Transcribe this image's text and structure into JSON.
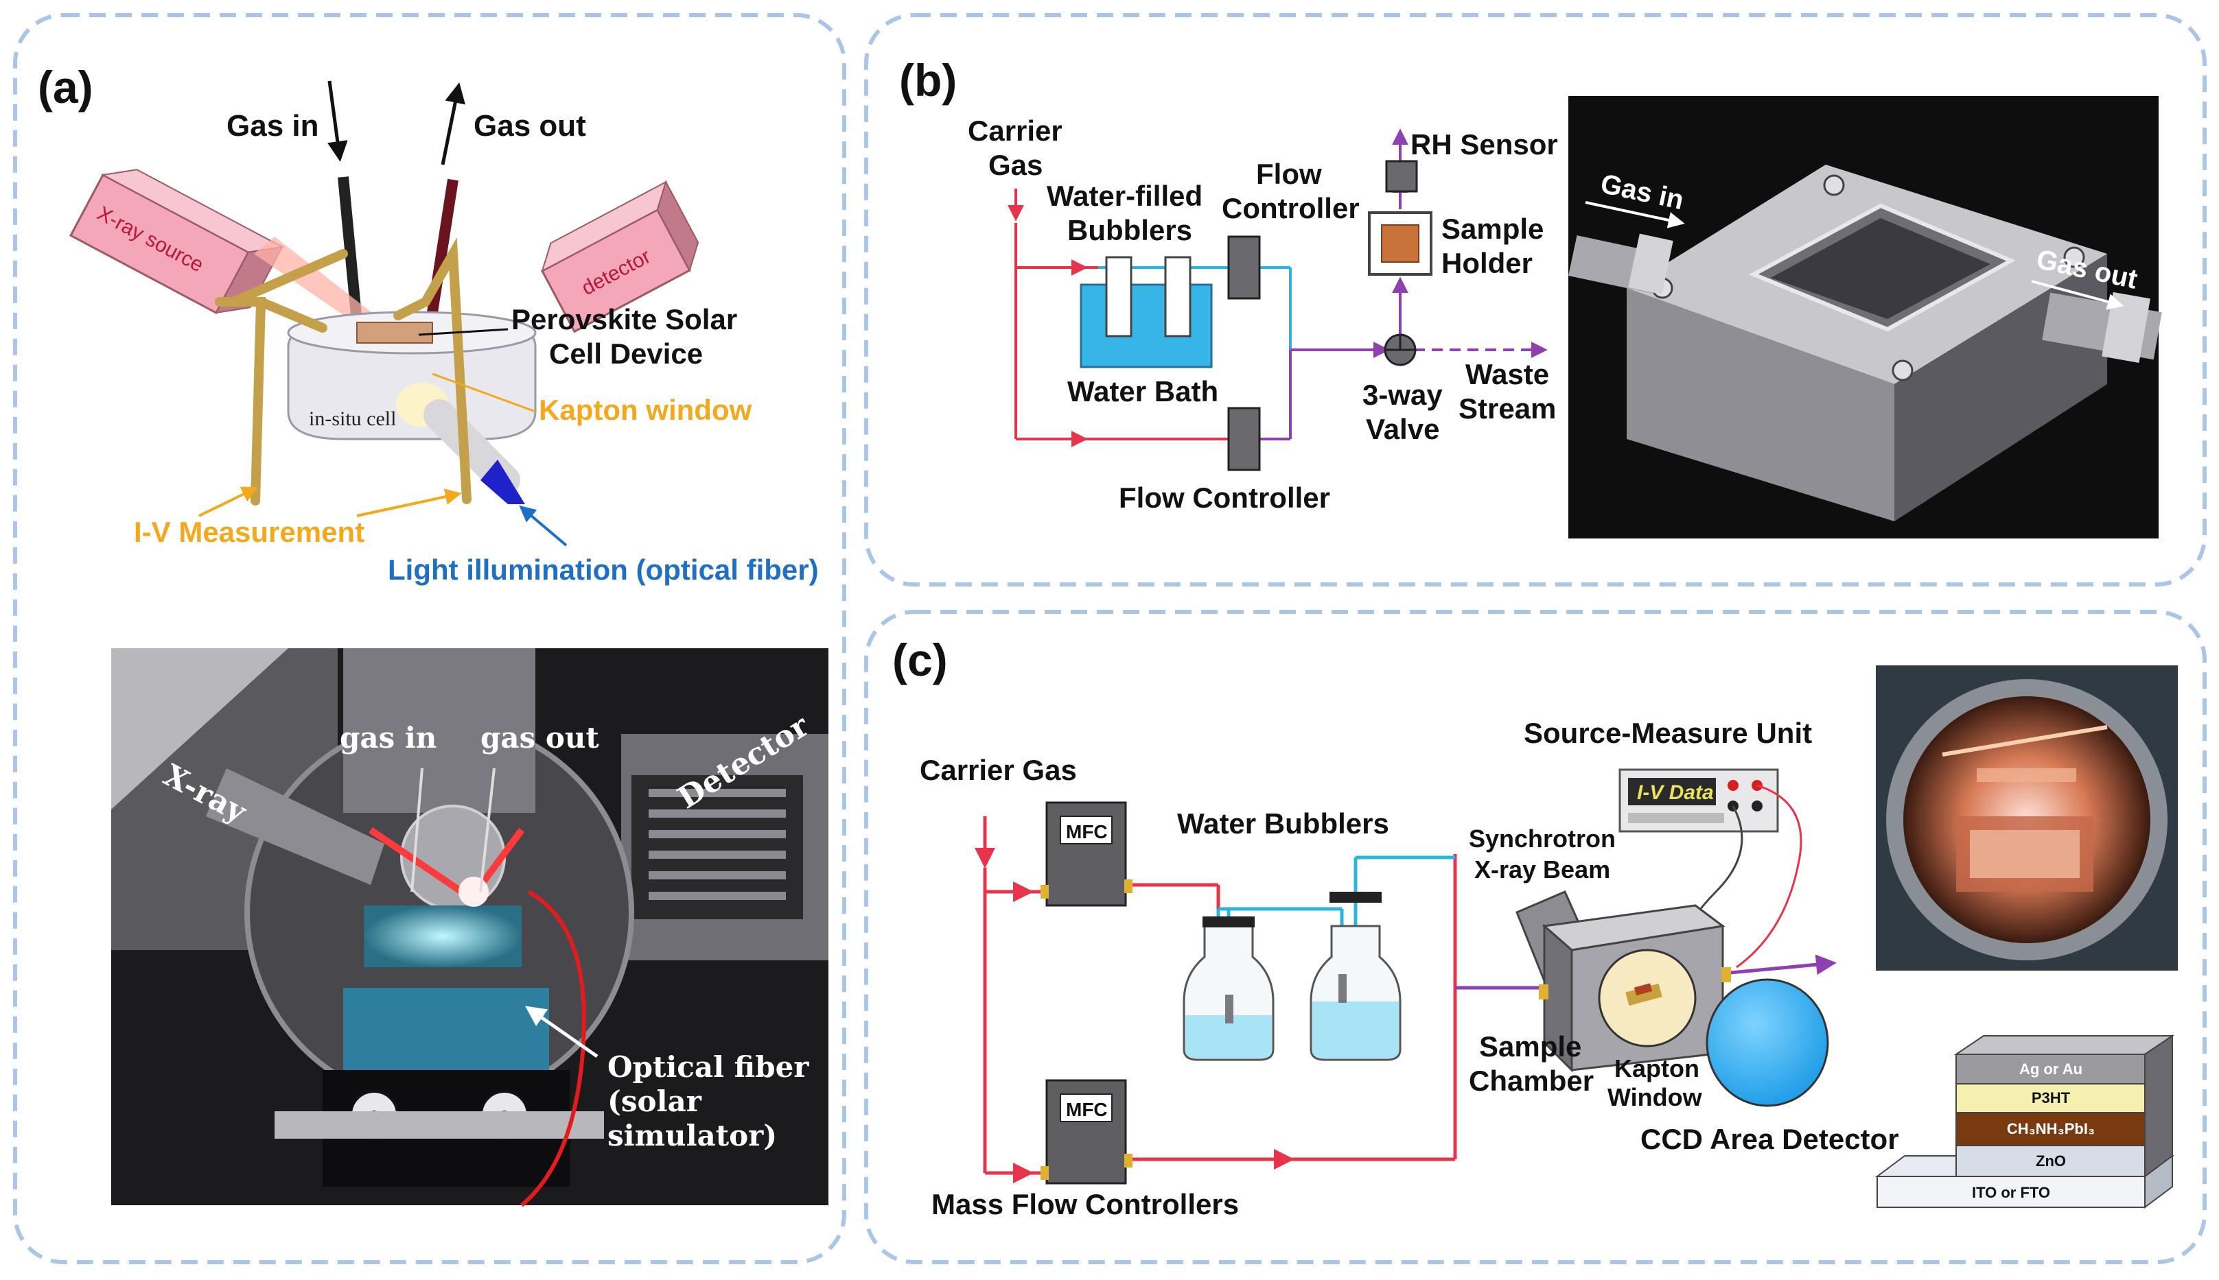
{
  "panels": {
    "a": {
      "label": "(a)",
      "gas_in": "Gas in",
      "gas_out": "Gas out",
      "xray_source": "X-ray source",
      "detector": "detector",
      "device": "Perovskite Solar Cell Device",
      "device_line1": "Perovskite Solar",
      "device_line2": "Cell Device",
      "insitu_cell": "in-situ cell",
      "kapton": "Kapton window",
      "iv": "I-V Measurement",
      "light": "Light illumination (optical fiber)",
      "photo": {
        "xray": "X-ray",
        "gas_in": "gas in",
        "gas_out": "gas out",
        "detector": "Detector",
        "fiber_line1": "Optical fiber",
        "fiber_line2": "(solar",
        "fiber_line3": "simulator)"
      }
    },
    "b": {
      "label": "(b)",
      "carrier_line1": "Carrier",
      "carrier_line2": "Gas",
      "bubblers_line1": "Water-filled",
      "bubblers_line2": "Bubblers",
      "fc_top_line1": "Flow",
      "fc_top_line2": "Controller",
      "rh_sensor": "RH Sensor",
      "holder_line1": "Sample",
      "holder_line2": "Holder",
      "water_bath": "Water Bath",
      "valve_line1": "3-way",
      "valve_line2": "Valve",
      "waste_line1": "Waste",
      "waste_line2": "Stream",
      "fc_bottom": "Flow Controller",
      "photo_gas_in": "Gas in",
      "photo_gas_out": "Gas out"
    },
    "c": {
      "label": "(c)",
      "carrier": "Carrier Gas",
      "mfc": "MFC",
      "bubblers": "Water Bubblers",
      "smu": "Source-Measure Unit",
      "iv_data": "I-V Data",
      "beam_line1": "Synchrotron",
      "beam_line2": "X-ray Beam",
      "chamber_line1": "Sample",
      "chamber_line2": "Chamber",
      "kapton_line1": "Kapton",
      "kapton_line2": "Window",
      "ccd": "CCD Area Detector",
      "mfcs": "Mass Flow Controllers",
      "stack": {
        "l1": "Ag or Au",
        "l2": "P3HT",
        "l3": "CH₃NH₃PbI₃",
        "l4": "ZnO",
        "l5": "ITO or FTO"
      }
    }
  },
  "colors": {
    "frame": "#a9c5e8",
    "red_line": "#e8344a",
    "blue_line": "#2bb5dc",
    "purple_line": "#8e3fb0",
    "orange_text": "#f4a81d",
    "blue_text": "#1f6fc4"
  }
}
